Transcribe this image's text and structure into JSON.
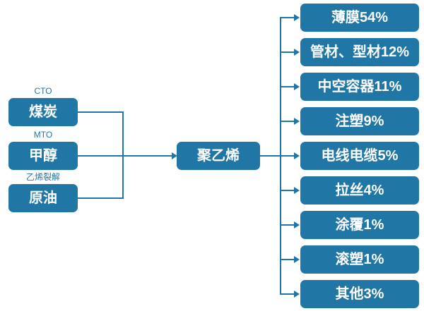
{
  "diagram": {
    "accent_color": "#2077A6",
    "text_color": "#ffffff",
    "sources": [
      {
        "process": "CTO",
        "label": "煤炭"
      },
      {
        "process": "MTO",
        "label": "甲醇"
      },
      {
        "process": "乙烯裂解",
        "label": "原油"
      }
    ],
    "product": {
      "label": "聚乙烯"
    },
    "applications": [
      {
        "label": "薄膜54%",
        "name": "薄膜",
        "percent": 54
      },
      {
        "label": "管材、型材12%",
        "name": "管材、型材",
        "percent": 12
      },
      {
        "label": "中空容器11%",
        "name": "中空容器",
        "percent": 11
      },
      {
        "label": "注塑9%",
        "name": "注塑",
        "percent": 9
      },
      {
        "label": "电线电缆5%",
        "name": "电线电缆",
        "percent": 5
      },
      {
        "label": "拉丝4%",
        "name": "拉丝",
        "percent": 4
      },
      {
        "label": "涂覆1%",
        "name": "涂覆",
        "percent": 1
      },
      {
        "label": "滚塑1%",
        "name": "滚塑",
        "percent": 1
      },
      {
        "label": "其他3%",
        "name": "其他",
        "percent": 3
      }
    ]
  }
}
